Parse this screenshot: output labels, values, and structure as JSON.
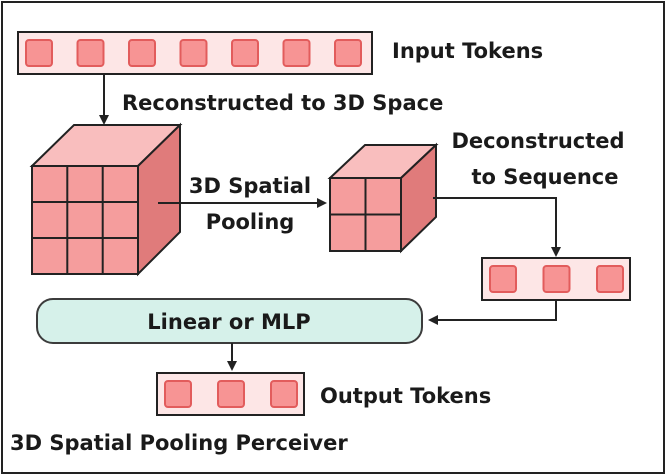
{
  "labels": {
    "input_tokens": "Input Tokens",
    "reconstructed": "Reconstructed to 3D Space",
    "pooling_line1": "3D Spatial",
    "pooling_line2": "Pooling",
    "deconstructed_line1": "Deconstructed",
    "deconstructed_line2": "to Sequence",
    "linear_mlp": "Linear or MLP",
    "output_tokens": "Output Tokens",
    "caption": "3D Spatial Pooling Perceiver"
  },
  "token_counts": {
    "input": 7,
    "deconstructed": 3,
    "output": 3
  },
  "cube_grids": {
    "large": "3x3",
    "small": "2x2"
  },
  "colors": {
    "token_strip_fill": "#fde6e6",
    "token_fill": "#f79494",
    "token_border": "#e25c5c",
    "cube_front": "#f59d9d",
    "cube_top": "#f9bebe",
    "cube_side": "#e07b7b",
    "mlp_fill": "#d6f1ea",
    "mlp_border": "#3c3c3c",
    "frame": "#222222"
  }
}
